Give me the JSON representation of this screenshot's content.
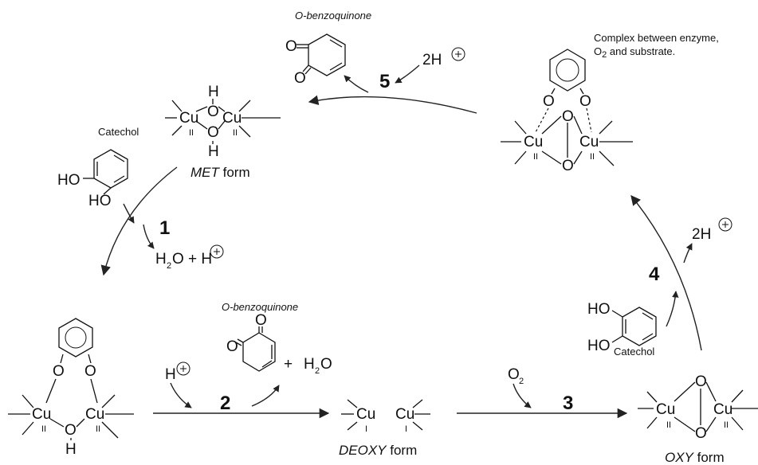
{
  "labels": {
    "step1": "1",
    "step2": "2",
    "step3": "3",
    "step4": "4",
    "step5": "5",
    "catechol": "Catechol",
    "obenzoquinone": "O-benzoquinone",
    "met_form_italic": "MET",
    "oxy_form_italic": "OXY",
    "deoxy_form_italic": "DEOXY",
    "form_suffix": " form",
    "complex_line1": "Complex between enzyme,",
    "complex_line2_pre": "O",
    "complex_line2_sub": "2",
    "complex_line2_post": " and substrate."
  },
  "atoms": {
    "cu": "Cu",
    "o": "O",
    "h": "H",
    "ho": "HO",
    "ox2": "II",
    "ox1": "I"
  },
  "reagents": {
    "two_h_plus": "2H",
    "h_plus": "H",
    "plus_sign": "+",
    "h2o_h": "H",
    "h2o_sub": "2",
    "h2o_o": "O",
    "o2_o": "O",
    "o2_sub": "2",
    "h2o_plus_h_rest": "O + H",
    "h2o_plus_h2o": " H"
  }
}
